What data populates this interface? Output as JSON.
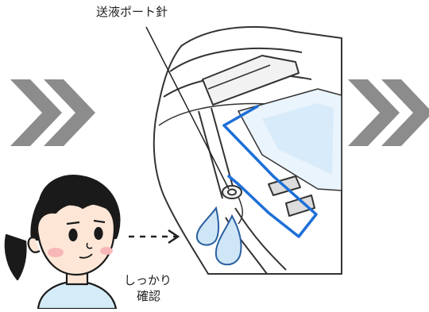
{
  "labels": {
    "needle": "送液ポート針",
    "check_line1": "しっかり",
    "check_line2": "確認"
  },
  "colors": {
    "chevron": "#8c8c8c",
    "highlight": "#1e6fd8",
    "drop_fill": "#cfe6f7",
    "drop_stroke": "#2a5fa0",
    "skin": "#fde6d6",
    "hair": "#1a1a1a",
    "cheek": "#f7b7b7",
    "shirt": "#d4ecf8",
    "line": "#333333"
  },
  "icons": {
    "left_chevrons": "double-chevron-right-icon",
    "right_chevrons": "double-chevron-right-icon",
    "gaze_arrow": "dashed-arrow-right-icon"
  }
}
